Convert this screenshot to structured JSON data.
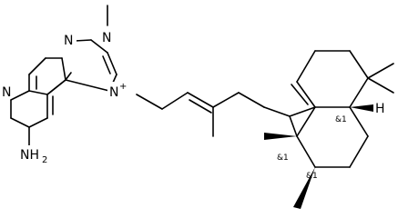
{
  "molecule": {
    "atoms": {
      "n_purine_top": "N",
      "n_methyl_top": "N",
      "n_purine_left": "N",
      "n_plus": "N",
      "plus_charge": "+",
      "nh2_n": "NH",
      "nh2_sub": "2",
      "h_ring_fusion": "H"
    },
    "stereo_labels": {
      "ring_fusion": "&1",
      "quaternary": "&1",
      "methine": "&1"
    }
  }
}
